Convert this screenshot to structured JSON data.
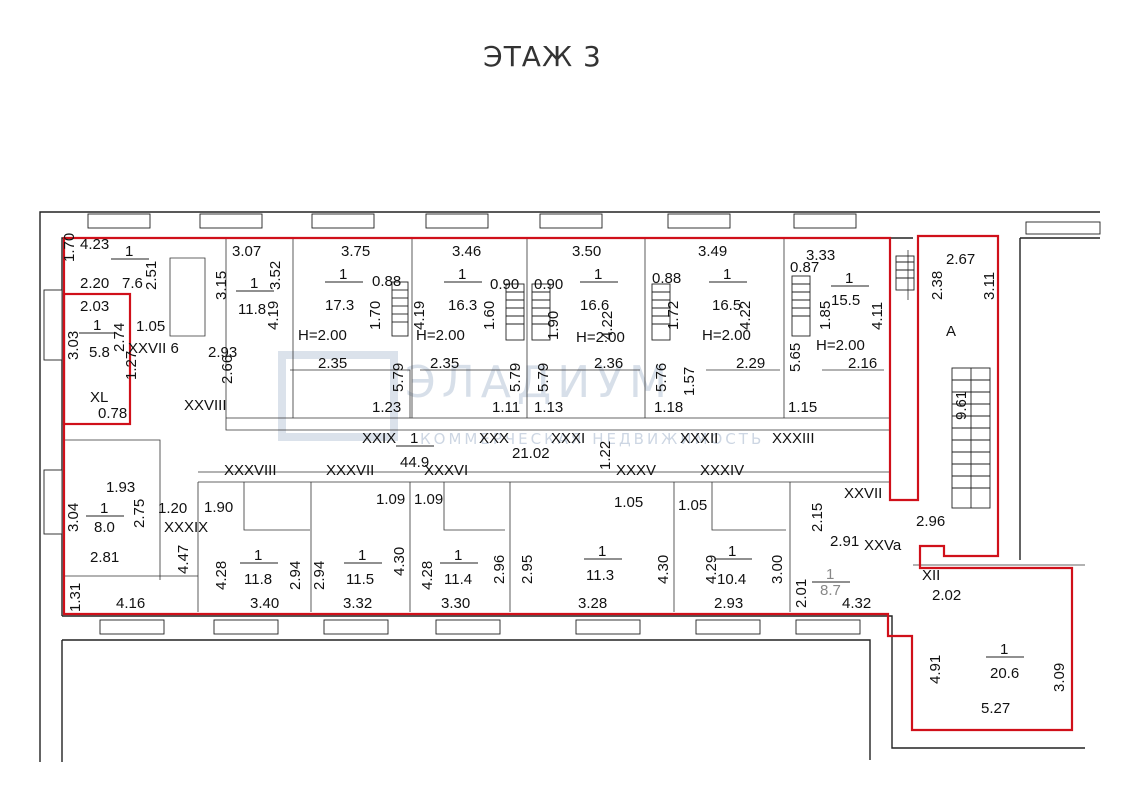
{
  "title": "ЭТАЖ 3",
  "watermark": {
    "name": "ЭЛАДИУМ",
    "tagline": "КОММЕРЧЕСКАЯ НЕДВИЖИМОСТЬ"
  },
  "colors": {
    "outline": "#d0101a",
    "walls": "#222222"
  },
  "rooms": [
    {
      "id": "top-left-block",
      "labels": [
        "4.23",
        "1.70",
        "1",
        "7.6",
        "2.20",
        "2.51"
      ]
    },
    {
      "id": "room-xl",
      "labels": [
        "2.03",
        "1",
        "5.8",
        "3.03",
        "2.74",
        "XL",
        "0.78",
        "1.05"
      ]
    },
    {
      "id": "room-3-07",
      "labels": [
        "3.07",
        "1",
        "11.8",
        "3.15",
        "3.52"
      ]
    },
    {
      "id": "room-3-75",
      "labels": [
        "3.75",
        "1",
        "17.3",
        "4.19",
        "1.70",
        "0.88",
        "H=2.00",
        "2.35",
        "5.79",
        "1.23"
      ]
    },
    {
      "id": "room-3-46",
      "labels": [
        "3.46",
        "1",
        "16.3",
        "4.19",
        "1.60",
        "0.90",
        "H=2.00",
        "2.35",
        "5.79",
        "1.11"
      ]
    },
    {
      "id": "room-3-50",
      "labels": [
        "3.50",
        "1",
        "16.6",
        "0.90",
        "1.90",
        "4.22",
        "H=2.00",
        "2.36",
        "5.79",
        "1.13"
      ]
    },
    {
      "id": "room-3-49",
      "labels": [
        "3.49",
        "1",
        "16.5",
        "0.88",
        "1.72",
        "4.22",
        "H=2.00",
        "2.29",
        "5.76",
        "1.18",
        "1.57"
      ]
    },
    {
      "id": "room-3-33",
      "labels": [
        "3.33",
        "1",
        "15.5",
        "0.87",
        "1.85",
        "4.11",
        "H=2.00",
        "2.16",
        "5.65",
        "1.15"
      ]
    },
    {
      "id": "room-a",
      "labels": [
        "2.67",
        "2.38",
        "3.11",
        "A",
        "9.61"
      ]
    },
    {
      "id": "corridor",
      "labels": [
        "XXIX",
        "1",
        "44.9",
        "XXX",
        "XXXI",
        "21.02",
        "XXXII",
        "XXXIII",
        "1.22"
      ]
    },
    {
      "id": "left-mid",
      "labels": [
        "1.93",
        "1",
        "8.0",
        "3.04",
        "2.75",
        "1.20",
        "2.81",
        "XXXIX",
        "4.47"
      ]
    },
    {
      "id": "bottom-left",
      "labels": [
        "1.31",
        "4.16"
      ]
    },
    {
      "id": "room-b1",
      "labels": [
        "1.90",
        "4.28",
        "1",
        "11.8",
        "2.94",
        "3.40",
        "XXXVIII"
      ]
    },
    {
      "id": "room-b2",
      "labels": [
        "2.94",
        "1",
        "11.5",
        "4.30",
        "3.32",
        "XXXVII",
        "1.09"
      ]
    },
    {
      "id": "room-b3",
      "labels": [
        "1.09",
        "4.28",
        "1",
        "11.4",
        "2.96",
        "3.30",
        "XXXVI"
      ]
    },
    {
      "id": "room-b4",
      "labels": [
        "2.95",
        "1",
        "11.3",
        "4.30",
        "3.28",
        "1.05",
        "XXXV"
      ]
    },
    {
      "id": "room-b5",
      "labels": [
        "1.05",
        "4.29",
        "1",
        "10.4",
        "3.00",
        "2.93",
        "XXXIV"
      ]
    },
    {
      "id": "room-b6",
      "labels": [
        "2.01",
        "1",
        "8.7",
        "4.32",
        "2.15",
        "2.91",
        "XXVII",
        "XXVa",
        "2.96"
      ]
    },
    {
      "id": "room-xii",
      "labels": [
        "XII",
        "2.02",
        "4.91",
        "1",
        "20.6",
        "3.09",
        "5.27"
      ]
    }
  ],
  "misc_labels": [
    "XXVIII",
    "2.93",
    "2.66",
    "1.27",
    "XXVII 6"
  ]
}
